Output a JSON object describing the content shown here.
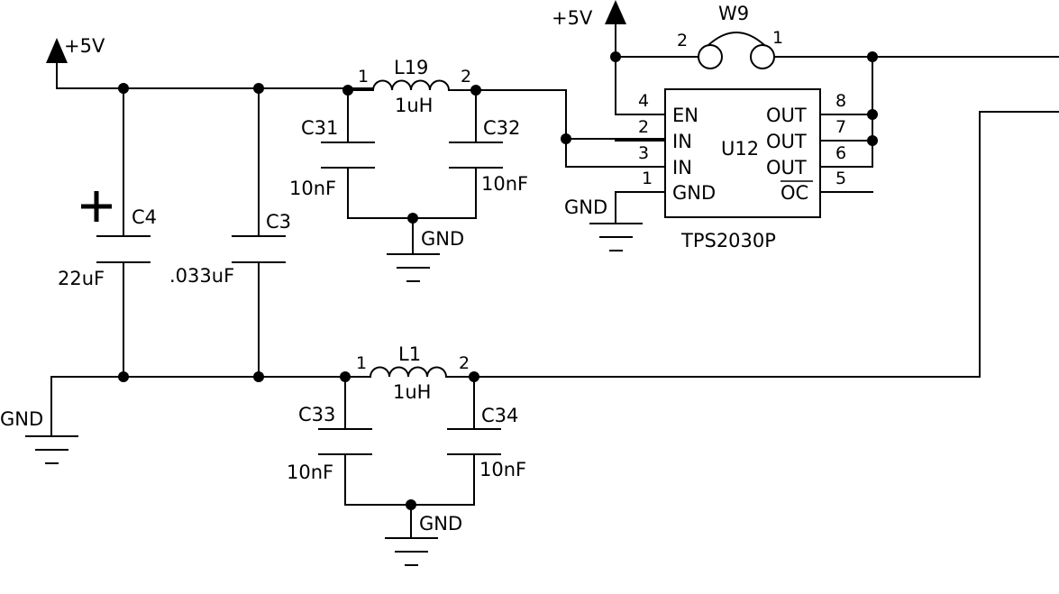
{
  "power_labels": {
    "vcc_left": "+5V",
    "vcc_top": "+5V"
  },
  "ground_labels": {
    "gnd_main": "GND",
    "gnd_c31_c32": "GND",
    "gnd_c33_c34": "GND",
    "gnd_u12": "GND"
  },
  "components": {
    "C4": {
      "ref": "C4",
      "value": "22uF"
    },
    "C3": {
      "ref": "C3",
      "value": ".033uF"
    },
    "L19": {
      "ref": "L19",
      "value": "1uH",
      "pin1": "1",
      "pin2": "2"
    },
    "L1": {
      "ref": "L1",
      "value": "1uH",
      "pin1": "1",
      "pin2": "2"
    },
    "C31": {
      "ref": "C31",
      "value": "10nF"
    },
    "C32": {
      "ref": "C32",
      "value": "10nF"
    },
    "C33": {
      "ref": "C33",
      "value": "10nF"
    },
    "C34": {
      "ref": "C34",
      "value": "10nF"
    },
    "W9": {
      "ref": "W9",
      "pin1": "1",
      "pin2": "2"
    },
    "U12": {
      "ref": "U12",
      "part": "TPS2030P",
      "left_pins": [
        {
          "num": "4",
          "name": "EN"
        },
        {
          "num": "2",
          "name": "IN"
        },
        {
          "num": "3",
          "name": "IN"
        },
        {
          "num": "1",
          "name": "GND"
        }
      ],
      "right_pins": [
        {
          "num": "8",
          "name": "OUT"
        },
        {
          "num": "7",
          "name": "OUT"
        },
        {
          "num": "6",
          "name": "OUT"
        },
        {
          "num": "5",
          "name": "OC"
        }
      ]
    }
  },
  "colors": {
    "ink": "#000000",
    "background": "#ffffff"
  }
}
